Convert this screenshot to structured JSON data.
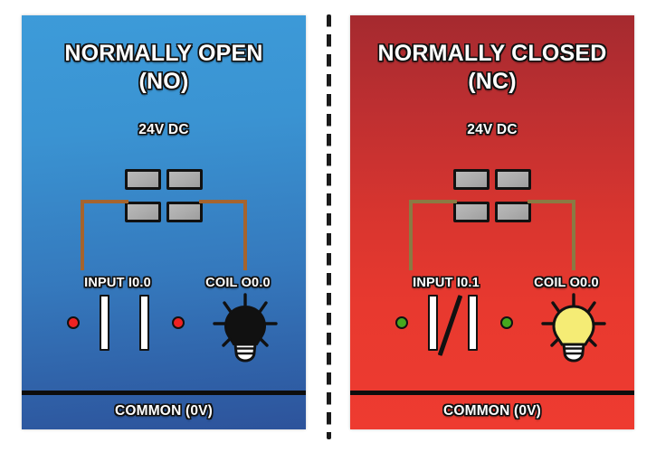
{
  "figure": {
    "background_color": "#ffffff",
    "divider": {
      "style": "dashed-vertical",
      "color": "#1a1a1a"
    }
  },
  "panels": [
    {
      "id": "normally-open",
      "title_line1": "NORMALLY OPEN",
      "title_line2": "(NO)",
      "voltage": "24V DC",
      "bg_top_color": "#3d9bd9",
      "bg_bottom_color": "#2d539b",
      "wire_color": "#a5642e",
      "terminals": [
        "terminal-1",
        "terminal-2",
        "terminal-3",
        "terminal-4"
      ],
      "input": {
        "label": "INPUT I0.0",
        "state": "open",
        "indicator_color": "#ee2222",
        "contact_symbol": "two-vertical-bars"
      },
      "coil": {
        "label": "COIL O0.0",
        "state": "off",
        "bulb_color": "#111111"
      },
      "common_label": "COMMON (0V)"
    },
    {
      "id": "normally-closed",
      "title_line1": "NORMALLY CLOSED",
      "title_line2": "(NC)",
      "voltage": "24V DC",
      "bg_top_color": "#a52a2f",
      "bg_bottom_color": "#ee3b30",
      "wire_color": "#8a7a43",
      "terminals": [
        "terminal-1",
        "terminal-2",
        "terminal-3",
        "terminal-4"
      ],
      "input": {
        "label": "INPUT I0.1",
        "state": "closed",
        "indicator_color": "#46a81e",
        "contact_symbol": "two-vertical-bars-with-slash"
      },
      "coil": {
        "label": "COIL O0.0",
        "state": "on",
        "bulb_color": "#f5ec75"
      },
      "common_label": "COMMON (0V)"
    }
  ]
}
